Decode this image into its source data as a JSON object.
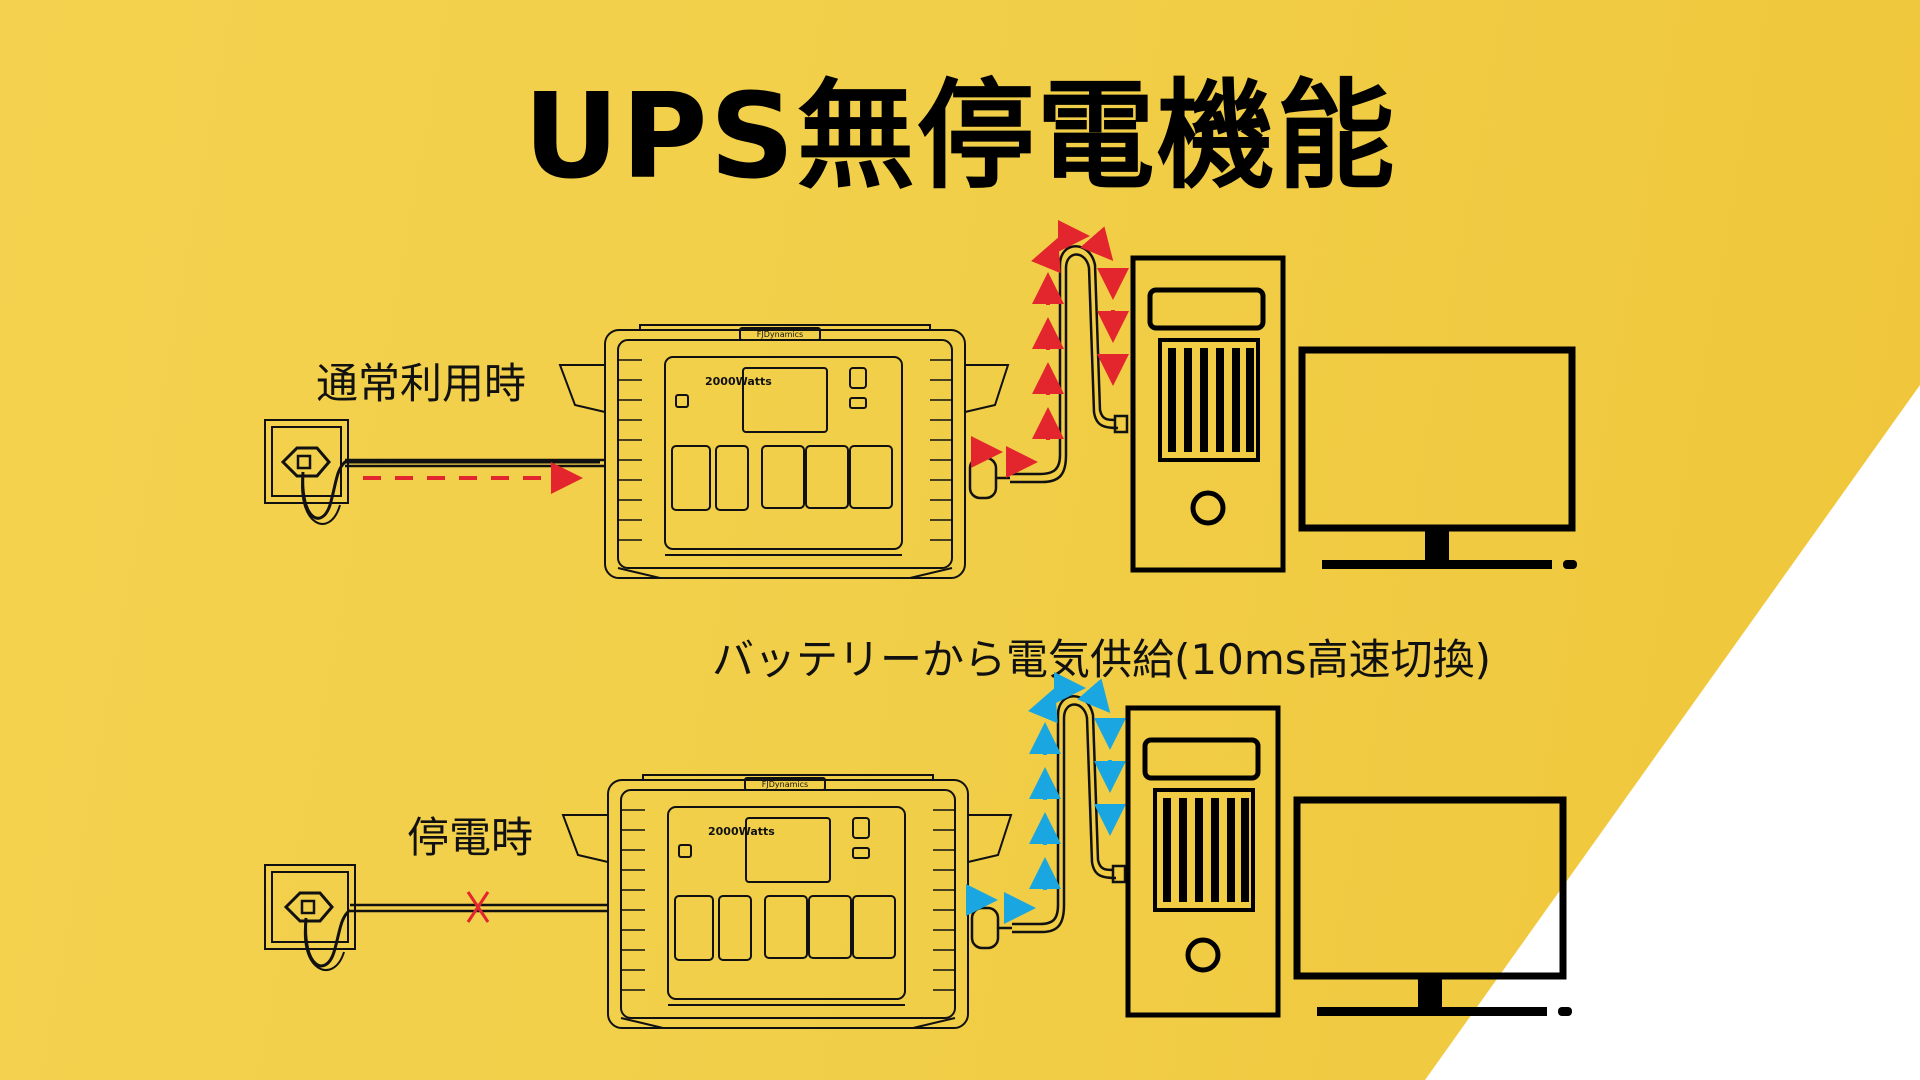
{
  "title": "UPS無停電機能",
  "labels": {
    "normal": "通常利用時",
    "battery": "バッテリーから電気供給(10ms高速切換)",
    "outage": "停電時"
  },
  "station": {
    "brand": "FJDynamics",
    "model": "2000Watts"
  },
  "colors": {
    "background": "#f2cd45",
    "grid_flow": "#e3262e",
    "battery_flow": "#1aa6e0",
    "line": "#111111",
    "corner": "#ffffff"
  },
  "icons": [
    "wall-outlet-icon",
    "power-station-icon",
    "pc-tower-icon",
    "monitor-icon",
    "cut-x-icon"
  ]
}
